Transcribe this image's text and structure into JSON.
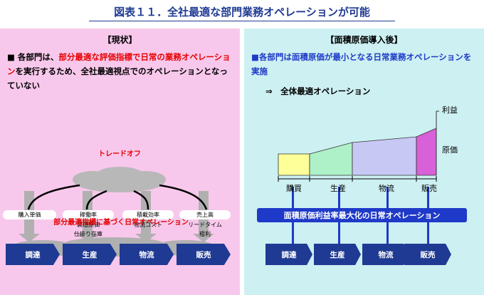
{
  "title": "図表１１．全社最適な部門業務オペレーションが可能",
  "left": {
    "heading": "【現状】",
    "bullet_mark": "■",
    "text_1": "各部門は、",
    "text_2_red": "部分最適な評価指標で日常の業務オペレーション",
    "text_3": "を実行するため、全社最適視点でのオペレーションとなっていない",
    "tradeoff": "トレードオフ",
    "metrics": [
      [
        "購入単価"
      ],
      [
        "稼働率",
        "製造原価",
        "仕掛り在庫"
      ],
      [
        "積載効率",
        "物流コスト"
      ],
      [
        "売上高",
        "リードタイム",
        "粗利"
      ]
    ],
    "banner": "部分最適指標に基づく日常オペレーション",
    "processes": [
      "調達",
      "生産",
      "物流",
      "販売"
    ]
  },
  "right": {
    "heading": "【面積原価導入後】",
    "bullet_mark": "■",
    "text_1": "各部門は面積原価が最小となる日常業務オペレーション",
    "text_2": "を実施",
    "arrow_text": "⇒　全体最適オペレーション",
    "label_profit": "利益",
    "label_cost": "原価",
    "stages": [
      "購買",
      "生産",
      "物流",
      "販売"
    ],
    "banner": "面積原価利益率最大化の日常オペレーション",
    "processes": [
      "調達",
      "生産",
      "物流",
      "販売"
    ],
    "colors": {
      "stage1": "#ffff99",
      "stage2": "#aef0c8",
      "stage3": "#c8c8f5",
      "stage4": "#d860d8"
    }
  }
}
